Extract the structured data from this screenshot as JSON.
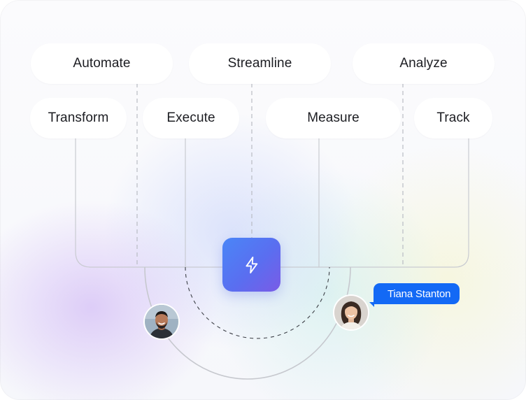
{
  "pills_row1": [
    "Automate",
    "Streamline",
    "Analyze"
  ],
  "pills_row2": [
    "Transform",
    "Execute",
    "Measure",
    "Track"
  ],
  "center_button": {
    "icon": "lightning-bolt-icon"
  },
  "users": [
    {
      "name": "",
      "avatar": "male-user-avatar"
    },
    {
      "name": "Tiana Stanton",
      "avatar": "female-user-avatar"
    }
  ],
  "colors": {
    "accent_blue": "#1369f5",
    "bolt_gradient_start": "#4a86f7",
    "bolt_gradient_end": "#7a5be6",
    "line_gray": "#c9cbd1"
  }
}
